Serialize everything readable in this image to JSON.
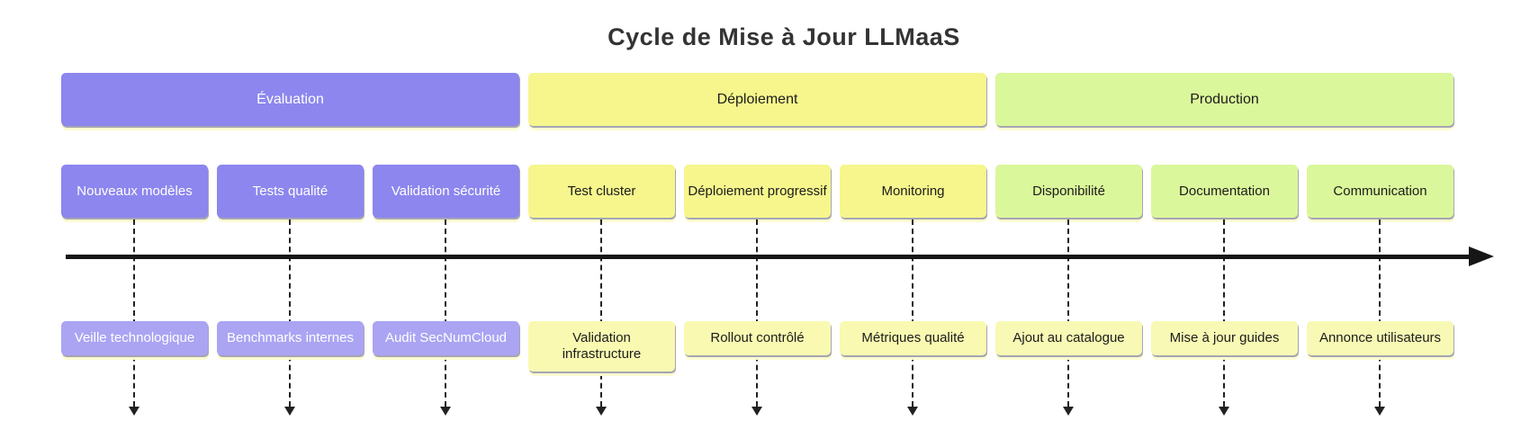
{
  "title": "Cycle de Mise à Jour LLMaaS",
  "colors": {
    "phase_purple": "#8c86ee",
    "phase_yellow": "#f6f68d",
    "phase_green": "#dbf79b",
    "event_purple_light": "#aaa4f3",
    "event_yellow_light": "#f9f9b1",
    "event_green_light": "#f7f9b4",
    "axis_black": "#161616",
    "title_text": "#333333"
  },
  "sections": [
    {
      "label": "Évaluation",
      "color": "#8c86ee",
      "text_color": "#ffffff"
    },
    {
      "label": "Déploiement",
      "color": "#f6f68d",
      "text_color": "#1c1c1c"
    },
    {
      "label": "Production",
      "color": "#dbf79b",
      "text_color": "#1c1c1c"
    }
  ],
  "columns": [
    {
      "section": "Évaluation",
      "task": "Nouveaux modèles",
      "event": "Veille technologique"
    },
    {
      "section": "Évaluation",
      "task": "Tests qualité",
      "event": "Benchmarks internes"
    },
    {
      "section": "Évaluation",
      "task": "Validation sécurité",
      "event": "Audit SecNumCloud"
    },
    {
      "section": "Déploiement",
      "task": "Test cluster",
      "event": "Validation infrastructure"
    },
    {
      "section": "Déploiement",
      "task": "Déploiement progressif",
      "event": "Rollout contrôlé"
    },
    {
      "section": "Déploiement",
      "task": "Monitoring",
      "event": "Métriques qualité"
    },
    {
      "section": "Production",
      "task": "Disponibilité",
      "event": "Ajout au catalogue"
    },
    {
      "section": "Production",
      "task": "Documentation",
      "event": "Mise à jour guides"
    },
    {
      "section": "Production",
      "task": "Communication",
      "event": "Annonce utilisateurs"
    }
  ]
}
